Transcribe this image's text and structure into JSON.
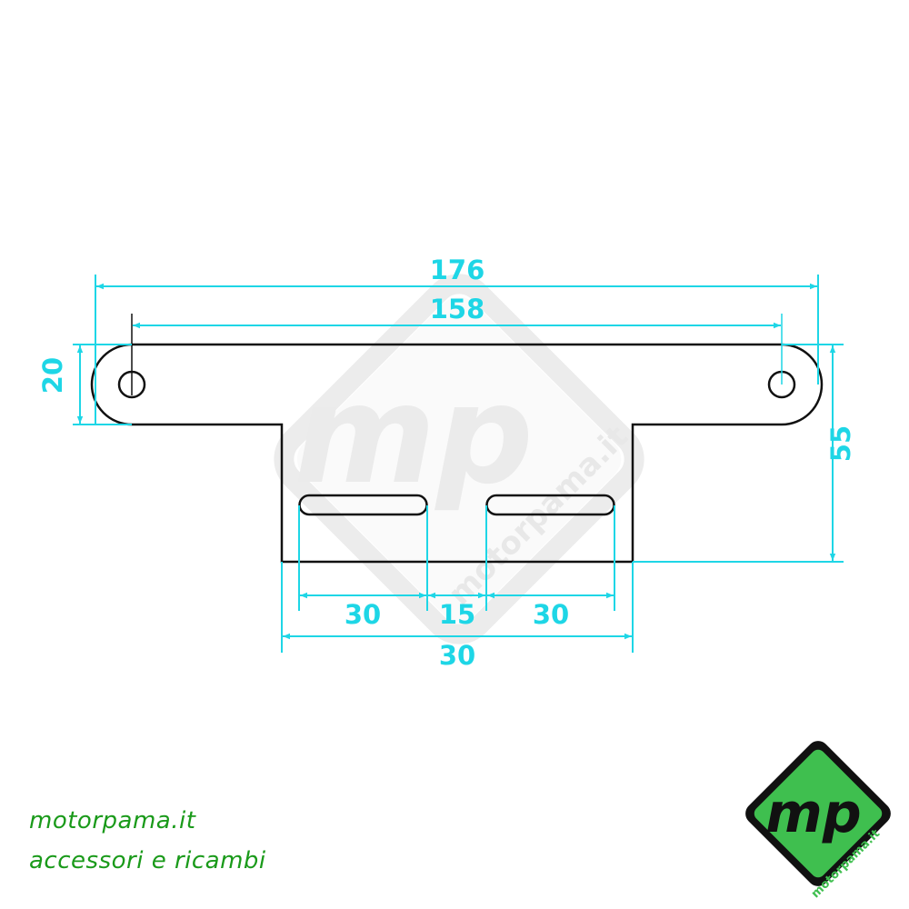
{
  "drawing": {
    "colors": {
      "outline": "#111111",
      "dimension": "#1ed6e6",
      "watermark": "#ececec",
      "brand_green": "#1a9a1a",
      "logo_green": "#3fbf4f"
    },
    "dimensions": {
      "overall_length": "176",
      "hole_spacing": "158",
      "tab_height": "20",
      "total_height": "55",
      "slot_left_length": "30",
      "slot_gap": "15",
      "slot_right_length": "30",
      "plate_width": "30"
    },
    "watermark_text": "motorpama.it"
  },
  "brand": {
    "line1": "motorpama.it",
    "line2": "accessori e ricambi"
  },
  "logo": {
    "initials": "mp",
    "site": "motorpama.it"
  }
}
